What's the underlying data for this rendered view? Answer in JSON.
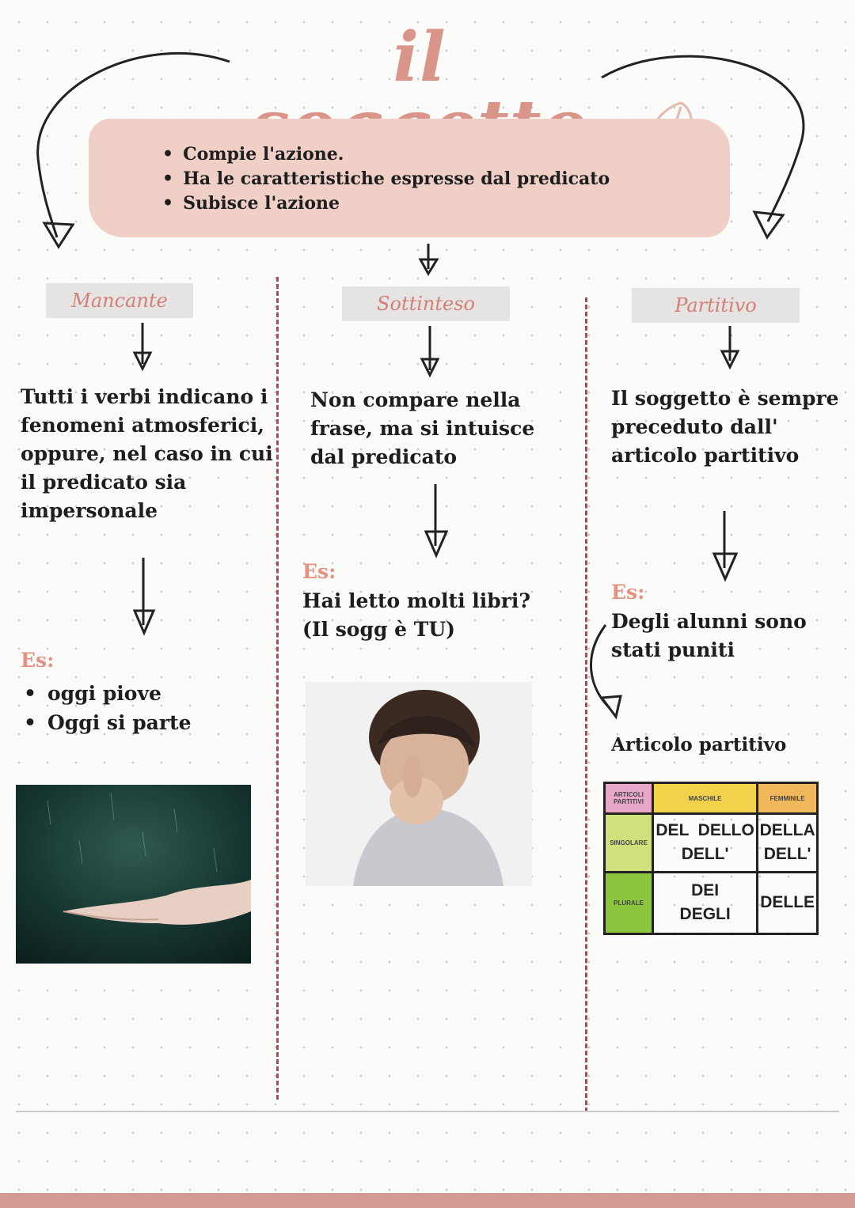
{
  "title": "il soggetto",
  "summary": {
    "items": [
      "Compie l'azione.",
      "Ha le caratteristiche espresse dal predicato",
      "Subisce l'azione"
    ]
  },
  "columns": [
    {
      "label": "Mancante",
      "description": "Tutti i verbi indicano i fenomeni atmosferici, oppure, nel caso in cui il predicato sia impersonale",
      "example_label": "Es:",
      "examples": [
        "oggi piove",
        "Oggi si parte"
      ]
    },
    {
      "label": "Sottinteso",
      "description": "Non compare nella frase, ma si intuisce dal predicato",
      "example_label": "Es:",
      "example_line1": "Hai letto molti libri?",
      "example_line2": "(Il sogg è TU)"
    },
    {
      "label": "Partitivo",
      "description": "Il soggetto è sempre preceduto dall' articolo partitivo",
      "example_label": "Es:",
      "example_line1": "Degli alunni sono",
      "example_line2": "stati puniti",
      "table_title": "Articolo partitivo"
    }
  ],
  "partitive_table": {
    "corner": "ARTICOLI PARTITIVI",
    "col_masc": "MASCHILE",
    "col_fem": "FEMMINILE",
    "row_sing": "SINGOLARE",
    "row_plur": "PLURALE",
    "sing_masc_1": "DEL  DELLO",
    "sing_masc_2": "DELL'",
    "sing_fem_1": "DELLA",
    "sing_fem_2": "DELL'",
    "plur_masc_1": "DEI",
    "plur_masc_2": "DEGLI",
    "plur_fem": "DELLE"
  },
  "colors": {
    "accent_pink": "#d9958a",
    "box_pink": "#f0cfc6",
    "divider": "#b8445a",
    "table_yellow": "#f1d24a",
    "table_orange": "#f0b85a",
    "table_green": "#8cc63f",
    "table_lightgreen": "#cfe17a",
    "table_pink": "#e8a7c8"
  }
}
